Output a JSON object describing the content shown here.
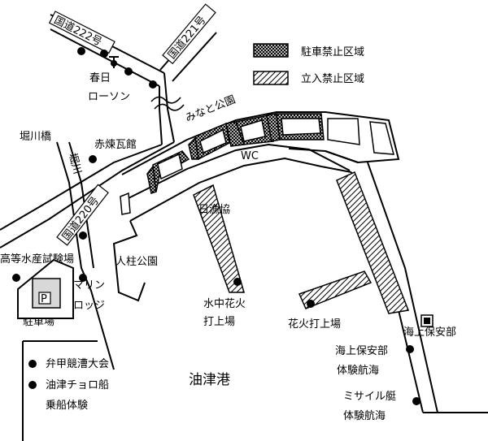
{
  "colors": {
    "ink": "#000000",
    "paper": "#ffffff",
    "parking_fill": "#cfcfcf"
  },
  "legend": {
    "no_parking": "駐車禁止区域",
    "no_entry": "立入禁止区域",
    "no_parking_pattern": "cross-hatch",
    "no_entry_pattern": "diagonal-hatch"
  },
  "roads": {
    "route222": "国道222号",
    "route221": "国道221号",
    "route220": "国道220号",
    "horikawa_river": "堀川"
  },
  "places": {
    "kasuga": "春日",
    "lawson": "ローソン",
    "minato_park": "みなと公園",
    "horikawa_bridge": "堀川橋",
    "akarenga": "赤煉瓦館",
    "wc": "WC",
    "nichigyokyo": "日漁協",
    "jinchu_park": "人柱公園",
    "suisan_school": "高等水産試験場",
    "marine_lodge_1": "マリン",
    "marine_lodge_2": "ロッジ",
    "parking_symbol": "P",
    "parking_label": "駐車場",
    "underwater_fireworks_1": "水中花火",
    "underwater_fireworks_2": "打上場",
    "fireworks_launch": "花火打上場",
    "coast_guard": "海上保安部",
    "harbor": "油津港"
  },
  "notes": {
    "coast_guard_ride_1": "海上保安部",
    "coast_guard_ride_2": "体験航海",
    "missile_boat_1": "ミサイル艇",
    "missile_boat_2": "体験航海"
  },
  "bottom_legend": {
    "item1": "弁甲競漕大会",
    "item2_line1": "油津チョロ船",
    "item2_line2": "乗船体験"
  }
}
